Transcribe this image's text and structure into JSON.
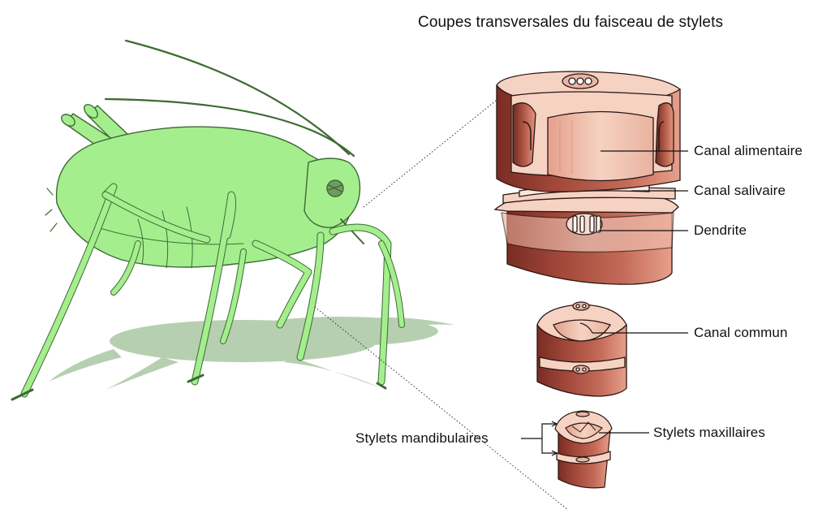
{
  "figure": {
    "title": "Coupes transversales du faisceau de stylets",
    "labels": {
      "canal_alimentaire": "Canal alimentaire",
      "canal_salivaire": "Canal salivaire",
      "dendrite": "Dendrite",
      "canal_commun": "Canal commun",
      "stylets_mandibulaires": "Stylets mandibulaires",
      "stylets_maxillaires": "Stylets maxillaires"
    },
    "colors": {
      "aphid_body": "#a4ee8e",
      "aphid_outline": "#3d6a33",
      "shadow": "#9fbf97",
      "stylet_outer": "#8c3b30",
      "stylet_inner": "#f3c6b6",
      "stylet_light": "#fae3d8"
    }
  }
}
